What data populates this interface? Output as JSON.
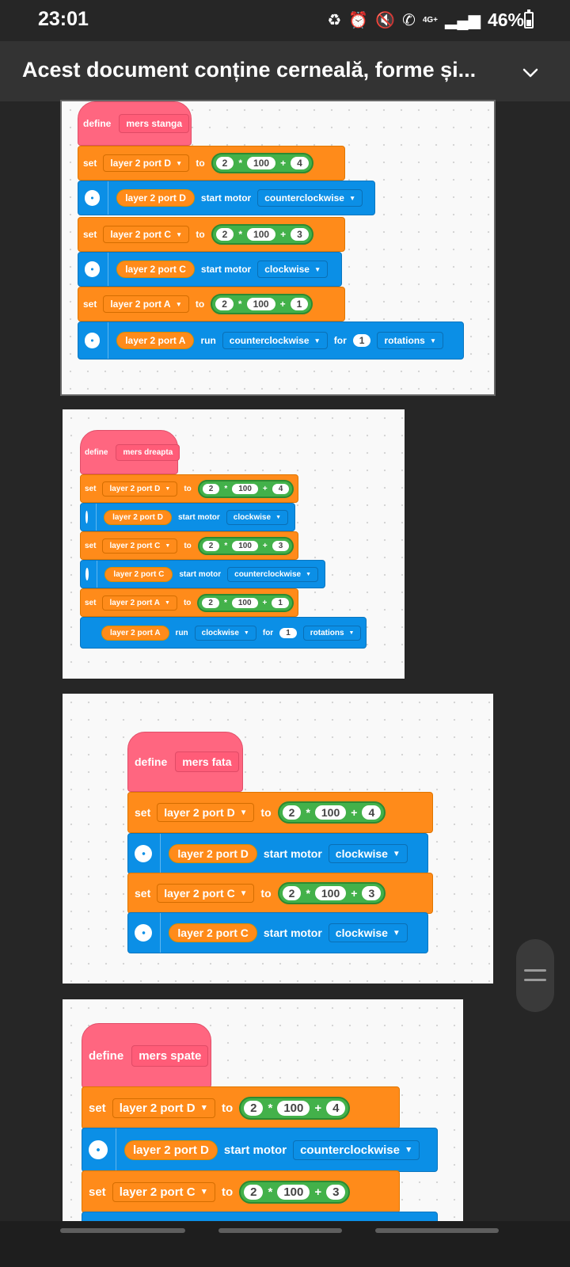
{
  "status": {
    "time": "23:01",
    "network": "4G+",
    "battery": "46%",
    "icons": [
      "recycle-icon",
      "alarm-icon",
      "mute-icon",
      "call-icon",
      "signal-icon"
    ]
  },
  "header": {
    "title": "Acest document conține cerneală, forme și..."
  },
  "common": {
    "define": "define",
    "set": "set",
    "to": "to",
    "times": "*",
    "plus": "+",
    "n2": "2",
    "n100": "100",
    "n4": "4",
    "n3": "3",
    "n1": "1",
    "start_motor": "start motor",
    "run": "run",
    "for": "for",
    "rotations": "rotations",
    "port_d": "layer 2 port D",
    "port_c": "layer 2 port C",
    "port_a": "layer 2 port A",
    "clockwise": "clockwise",
    "counterclockwise": "counterclockwise"
  },
  "procedures": [
    {
      "name": "mers stanga"
    },
    {
      "name": "mers dreapta"
    },
    {
      "name": "mers fata"
    },
    {
      "name": "mers spate"
    }
  ],
  "colors": {
    "event_pink": "#ff6680",
    "variable_orange": "#ff8b1a",
    "motor_blue": "#0b8fe6",
    "operator_green": "#43b14a"
  }
}
